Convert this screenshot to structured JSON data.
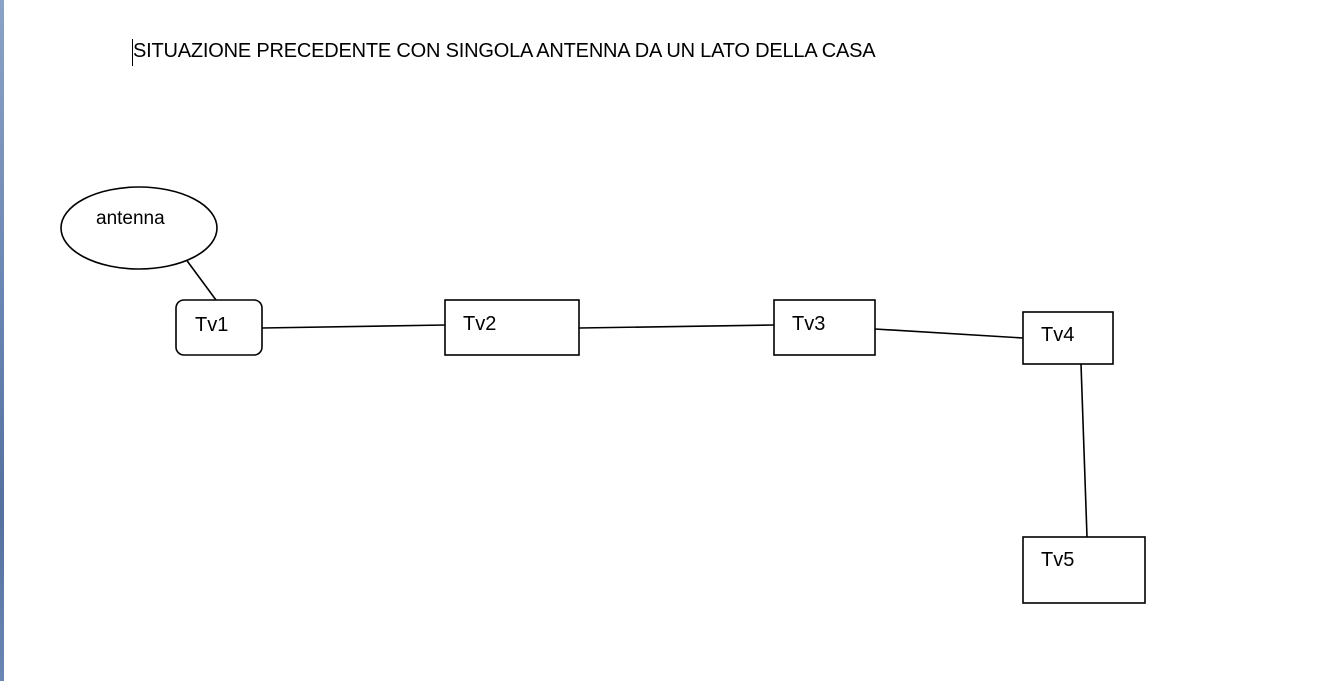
{
  "document": {
    "title": "SITUAZIONE PRECEDENTE CON SINGOLA ANTENNA DA UN LATO DELLA CASA"
  },
  "diagram": {
    "nodes": [
      {
        "id": "antenna",
        "label": "antenna",
        "shape": "ellipse"
      },
      {
        "id": "tv1",
        "label": "Tv1",
        "shape": "rounded-rect"
      },
      {
        "id": "tv2",
        "label": "Tv2",
        "shape": "rect"
      },
      {
        "id": "tv3",
        "label": "Tv3",
        "shape": "rect"
      },
      {
        "id": "tv4",
        "label": "Tv4",
        "shape": "rect"
      },
      {
        "id": "tv5",
        "label": "Tv5",
        "shape": "rect"
      }
    ],
    "edges": [
      {
        "from": "antenna",
        "to": "tv1"
      },
      {
        "from": "tv1",
        "to": "tv2"
      },
      {
        "from": "tv2",
        "to": "tv3"
      },
      {
        "from": "tv3",
        "to": "tv4"
      },
      {
        "from": "tv4",
        "to": "tv5"
      }
    ],
    "stroke_color": "#000000",
    "fill_color": "#ffffff"
  }
}
